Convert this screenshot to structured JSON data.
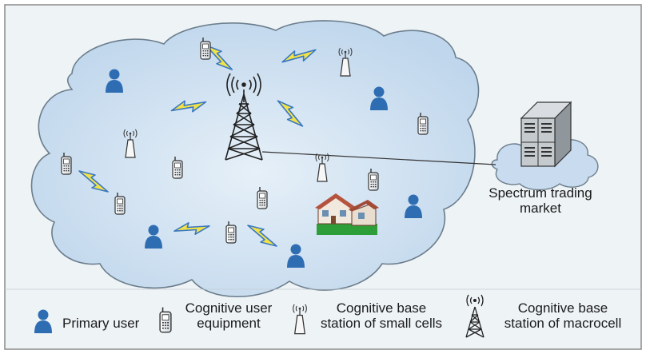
{
  "diagram": {
    "market_label_line1": "Spectrum trading",
    "market_label_line2": "market",
    "legend": {
      "primary_user": "Primary user",
      "cue_line1": "Cognitive user",
      "cue_line2": "equipment",
      "small_bs_line1": "Cognitive base",
      "small_bs_line2": "station of small cells",
      "macro_bs_line1": "Cognitive base",
      "macro_bs_line2": "station of macrocell"
    }
  },
  "colors": {
    "panel_bg": "#eef3f6",
    "cloud_fill": "#c9dcef",
    "cloud_stroke": "#6b7d8c",
    "user_blue": "#2f6db3",
    "bolt_yellow": "#f2e24a",
    "bolt_blue": "#3a78c0",
    "grass_green": "#2e9e38"
  }
}
